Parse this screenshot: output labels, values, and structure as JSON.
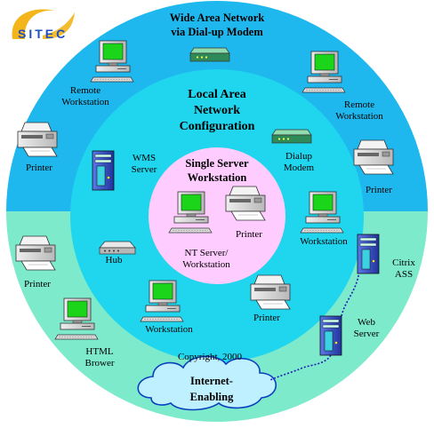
{
  "logo": {
    "text": "SITEC"
  },
  "rings": {
    "wan_title": "Wide Area Network",
    "wan_subtitle": "via Dial-up Modem",
    "lan_title_1": "Local Area",
    "lan_title_2": "Network",
    "lan_title_3": "Configuration",
    "single_title_1": "Single Server",
    "single_title_2": "Workstation"
  },
  "nodes": {
    "remote_ws_left_1": "Remote",
    "remote_ws_left_2": "Workstation",
    "remote_ws_right_1": "Remote",
    "remote_ws_right_2": "Workstation",
    "printer_wan_left": "Printer",
    "printer_wan_right": "Printer",
    "wms_server_1": "WMS",
    "wms_server_2": "Server",
    "dialup_modem_1": "Dialup",
    "dialup_modem_2": "Modem",
    "printer_center": "Printer",
    "nt_server_1": "NT Server/",
    "nt_server_2": "Workstation",
    "workstation_right": "Workstation",
    "hub": "Hub",
    "citrix_1": "Citrix",
    "citrix_2": "ASS",
    "printer_internet_left": "Printer",
    "workstation_bottom": "Workstation",
    "printer_lan_bottom": "Printer",
    "web_server_1": "Web",
    "web_server_2": "Server",
    "html_browser_1": "HTML",
    "html_browser_2": "Brower",
    "copyright": "Copyright, 2000",
    "internet_1": "Internet-",
    "internet_2": "Enabling"
  },
  "colors": {
    "wan_ring": "#1fb8ee",
    "internet_ring": "#7eeacc",
    "lan_ring": "#1fd6ee",
    "single_ring": "#ffccff",
    "cloud": "#bff0ff",
    "logo_blue": "#1f4fbf",
    "logo_swoosh": "#f3b51a"
  }
}
